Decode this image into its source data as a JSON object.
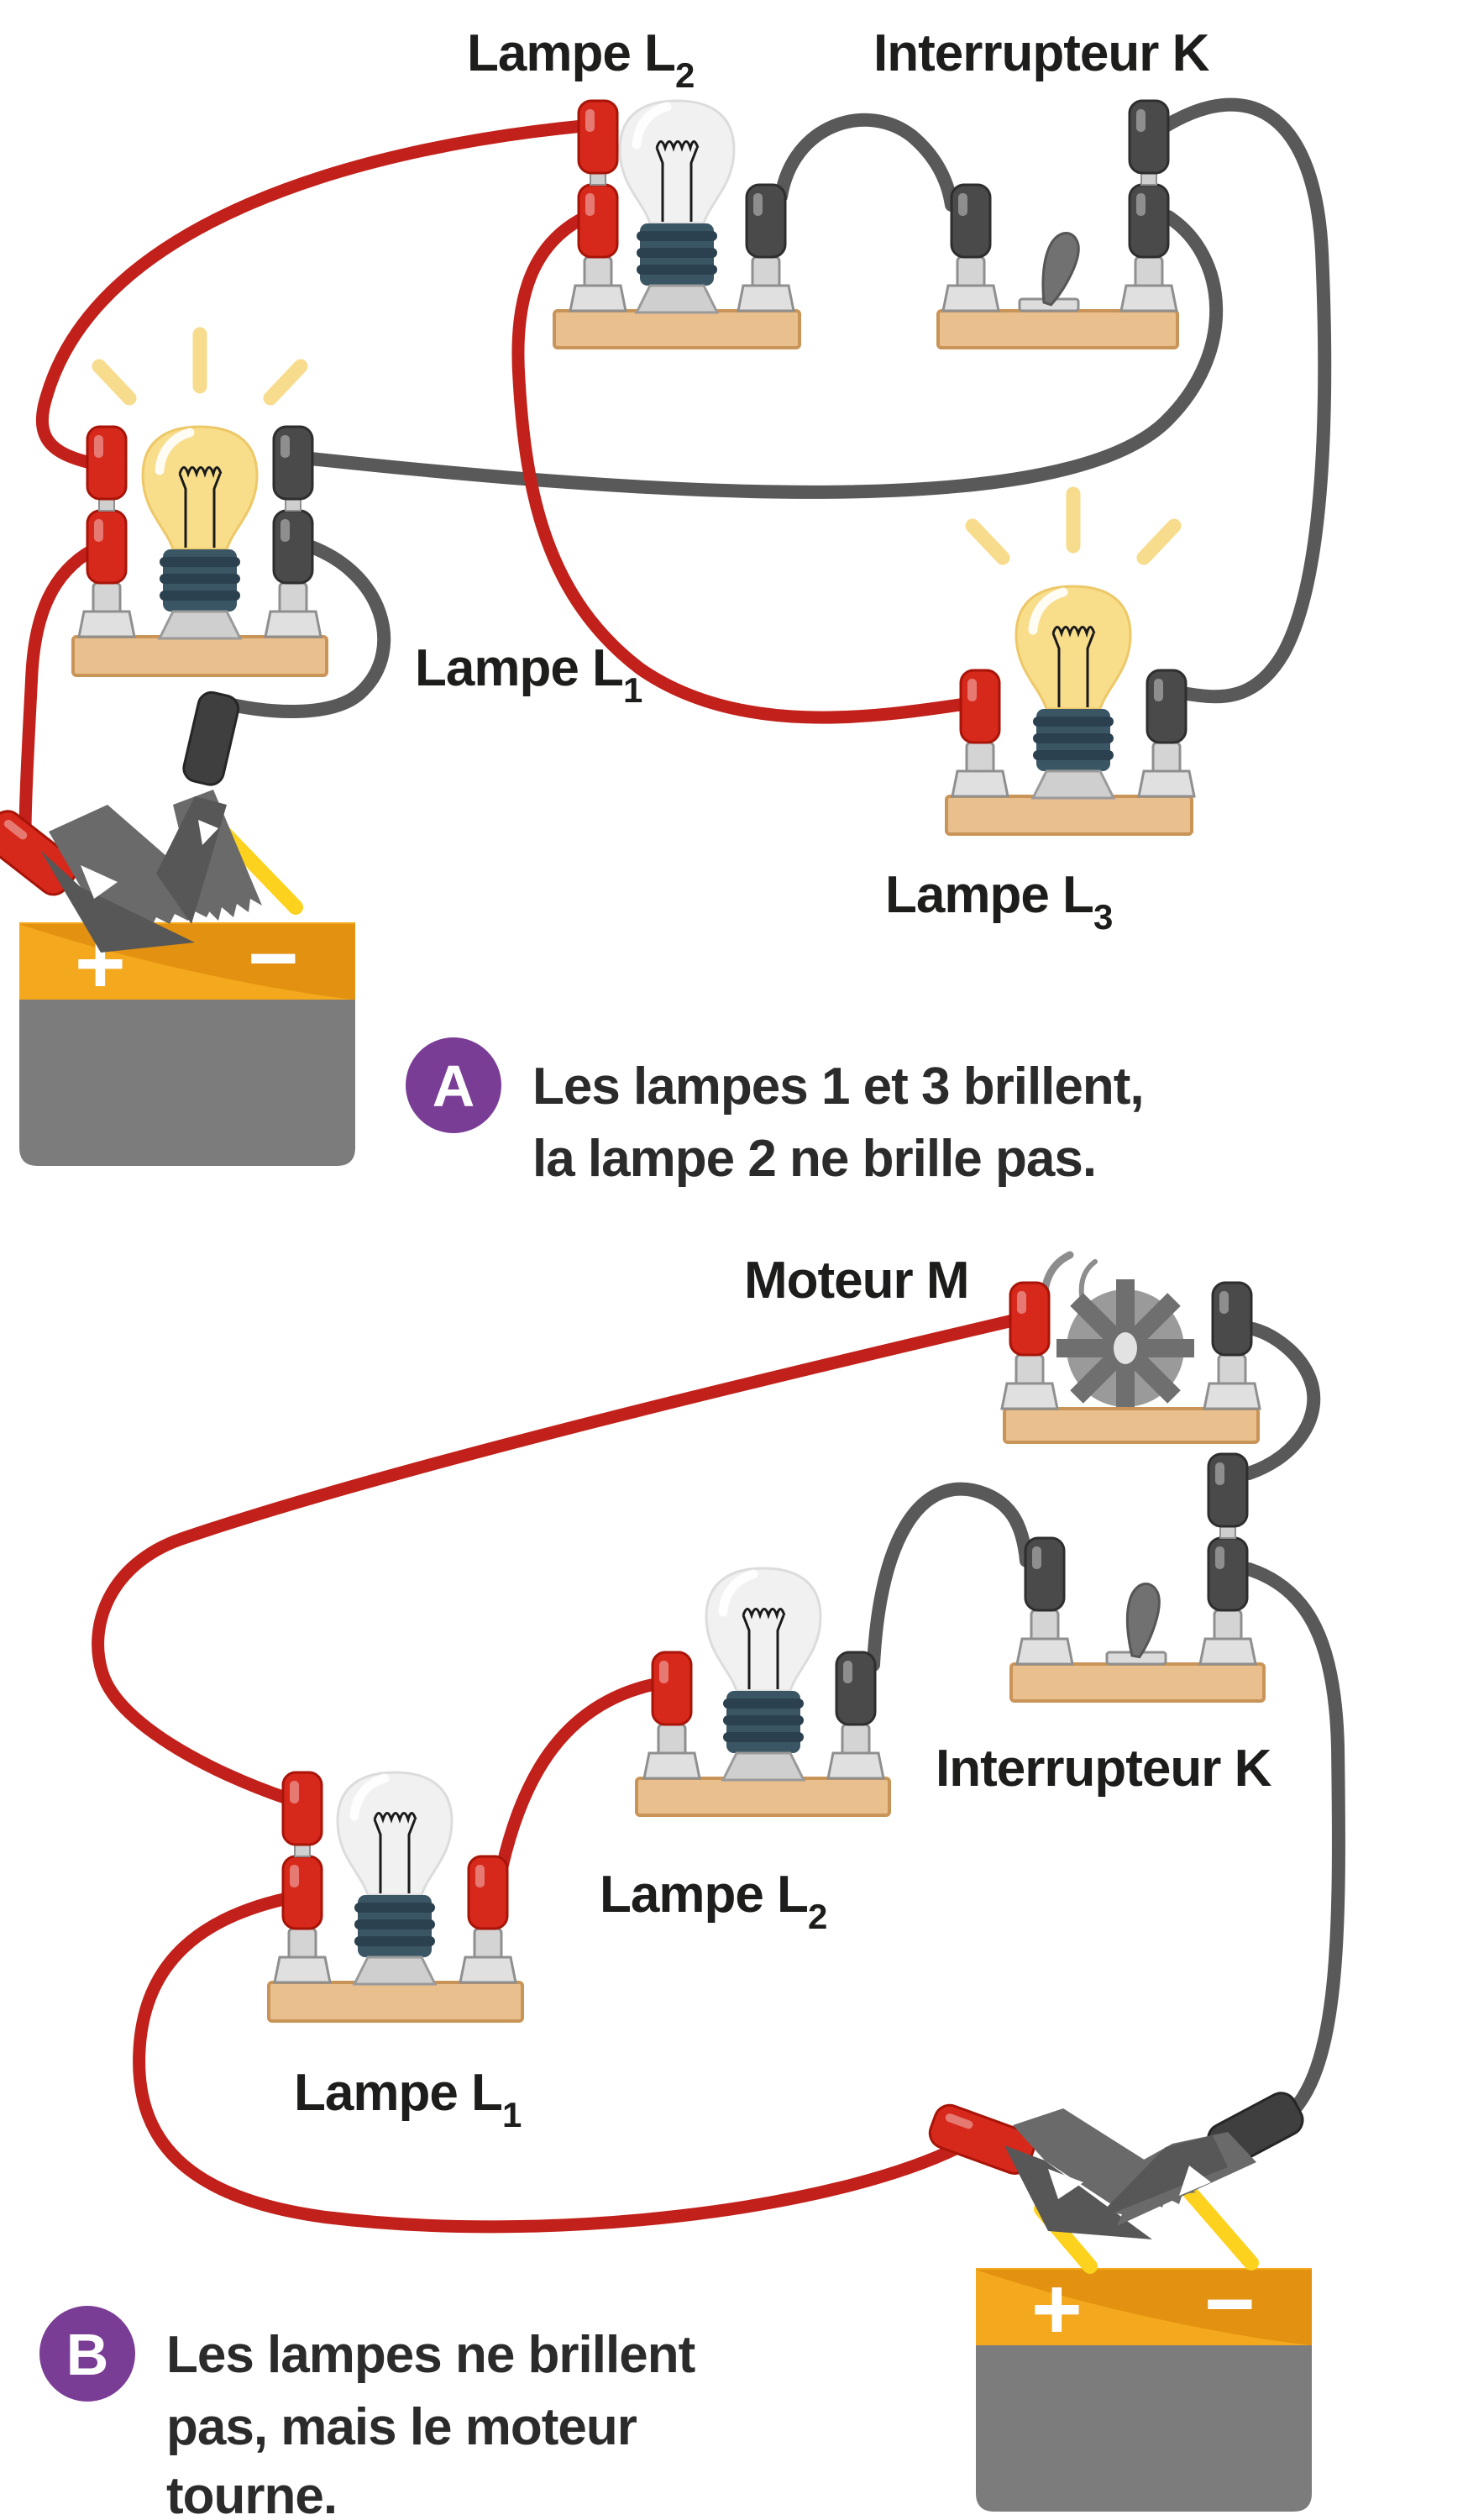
{
  "colors": {
    "wire-red": "#c2201a",
    "wire-gray": "#595959",
    "wood": "#eabf8e",
    "wood-edge": "#c99457",
    "plug-red": "#d7281c",
    "plug-red-edge": "#a81408",
    "plug-dark": "#4a4a4a",
    "plug-dark-edge": "#2e2e2e",
    "socket": "#3a5564",
    "socket-dark": "#2c4150",
    "glass": "#f1f1f1",
    "glass-edge": "#dcdcdc",
    "glass-lit": "#f8dd8b",
    "glass-lit-edge": "#edc868",
    "ray": "#f7dc8e",
    "battery-orange": "#f4a81d",
    "battery-orange-dark": "#e29110",
    "battery-gray": "#7c7c7c",
    "terminal-yellow": "#fdd21e",
    "clip": "#6a6a6a",
    "clip-dark": "#575757",
    "metal-edge": "#8f8f8f",
    "badge": "#7a3d96",
    "ink": "#1d1d1b"
  },
  "battery": {
    "positive": "+",
    "negative": "−"
  },
  "circuit_a": {
    "lamp2_label": {
      "text": "Lampe L",
      "sub": "2"
    },
    "switch_label": "Interrupteur K",
    "lamp1_label": {
      "text": "Lampe L",
      "sub": "1"
    },
    "lamp3_label": {
      "text": "Lampe L",
      "sub": "3"
    },
    "caption": {
      "badge": "A",
      "lines": [
        "Les lampes 1 et 3 brillent,",
        "la lampe 2 ne brille pas."
      ]
    }
  },
  "circuit_b": {
    "motor_label": "Moteur M",
    "lamp2_label": {
      "text": "Lampe L",
      "sub": "2"
    },
    "switch_label": "Interrupteur K",
    "lamp1_label": {
      "text": "Lampe L",
      "sub": "1"
    },
    "caption": {
      "badge": "B",
      "lines": [
        "Les lampes ne brillent",
        "pas, mais le moteur",
        "tourne."
      ]
    }
  }
}
